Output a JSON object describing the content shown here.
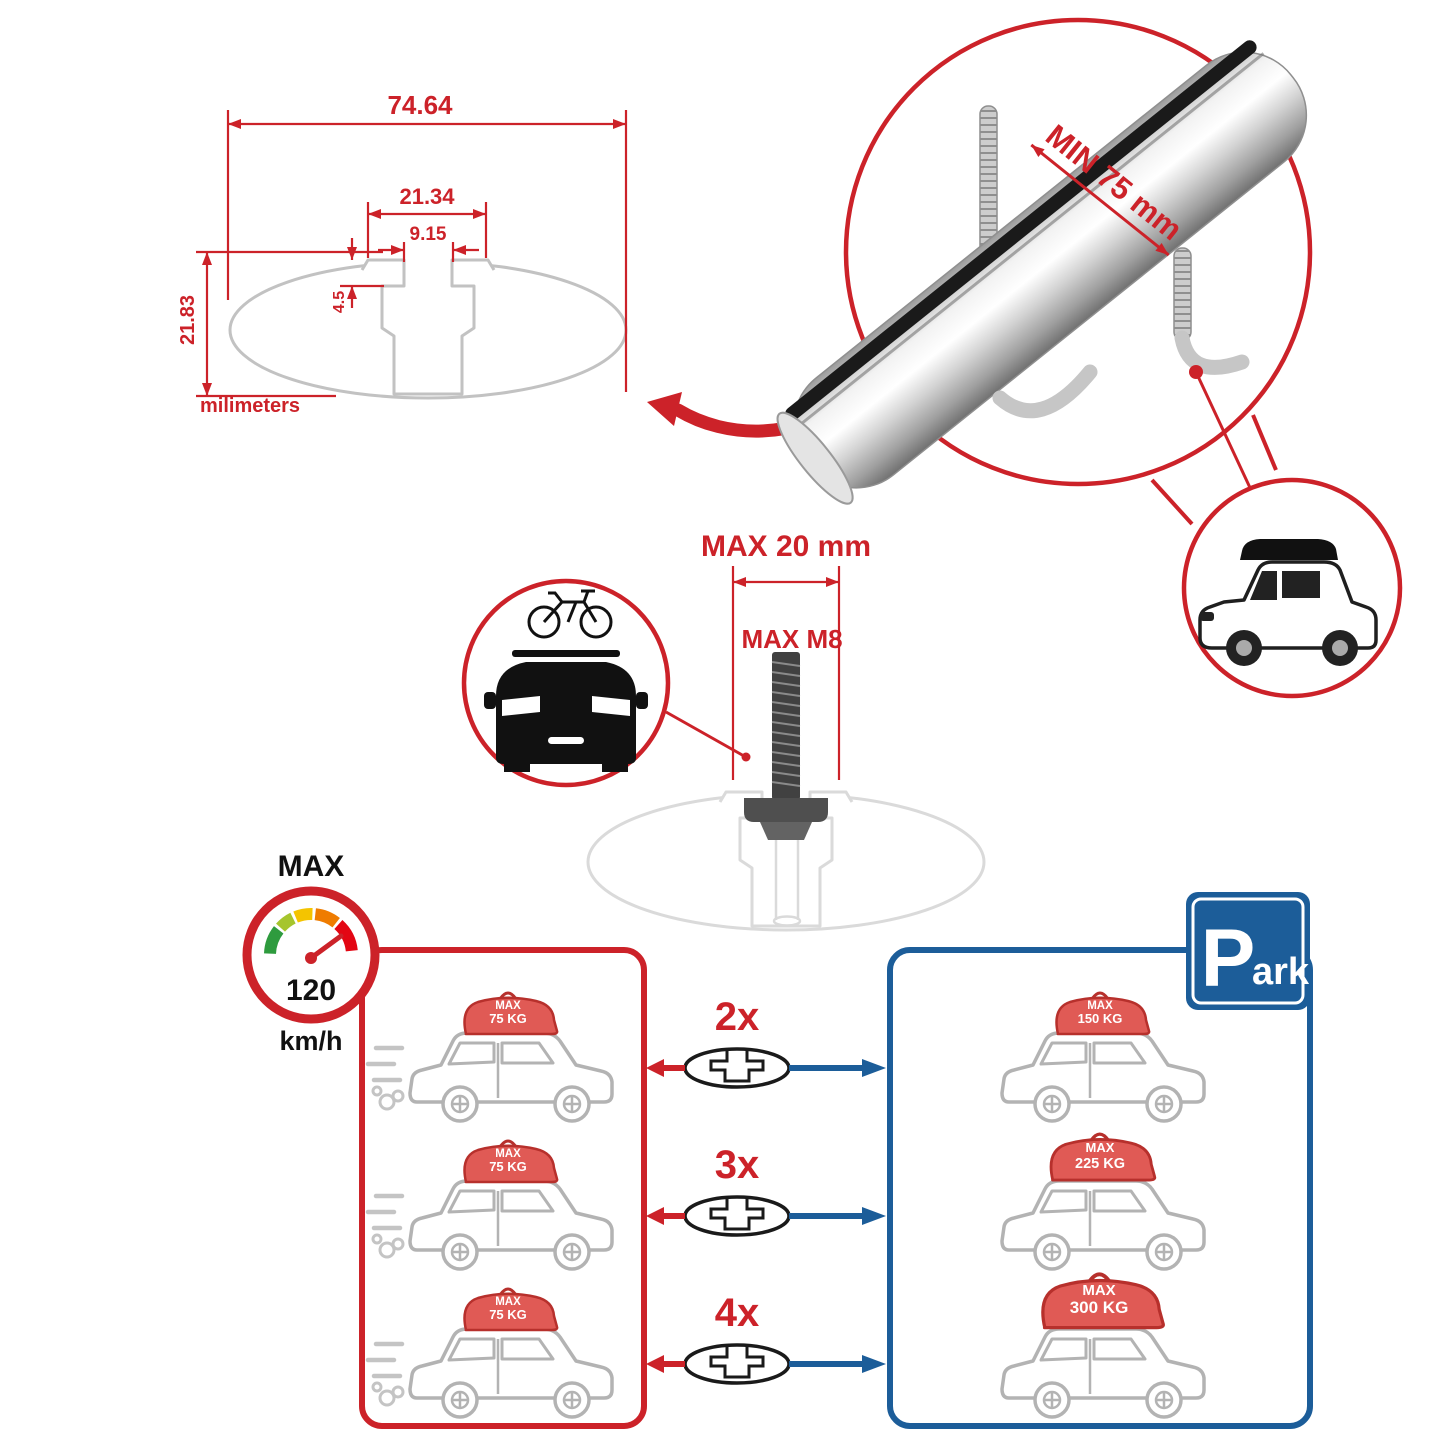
{
  "colors": {
    "accent_red": "#cc2229",
    "accent_blue": "#1c5d99",
    "profile_gray": "#c2c2c2"
  },
  "dimension_drawing": {
    "width": "74.64",
    "channel_outer": "21.34",
    "channel_opening": "9.15",
    "lip_depth": "4.5",
    "height": "21.83",
    "units": "milimeters"
  },
  "bar_detail": {
    "min_spacing": "MIN 75 mm"
  },
  "bolt_detail": {
    "max_clamp": "MAX 20 mm",
    "max_thread": "MAX M8"
  },
  "speedometer": {
    "title": "MAX",
    "value": "120",
    "units": "km/h"
  },
  "load_panels": {
    "driving": {
      "cars": [
        {
          "label": "MAX",
          "weight": "75 KG"
        },
        {
          "label": "MAX",
          "weight": "75 KG"
        },
        {
          "label": "MAX",
          "weight": "75 KG"
        }
      ]
    },
    "parked": {
      "cars": [
        {
          "label": "MAX",
          "weight": "150 KG"
        },
        {
          "label": "MAX",
          "weight": "225 KG"
        },
        {
          "label": "MAX",
          "weight": "300 KG"
        }
      ]
    },
    "multipliers": [
      {
        "label": "2x"
      },
      {
        "label": "3x"
      },
      {
        "label": "4x"
      }
    ]
  },
  "park_sign": {
    "p": "P",
    "suffix": "ark"
  }
}
